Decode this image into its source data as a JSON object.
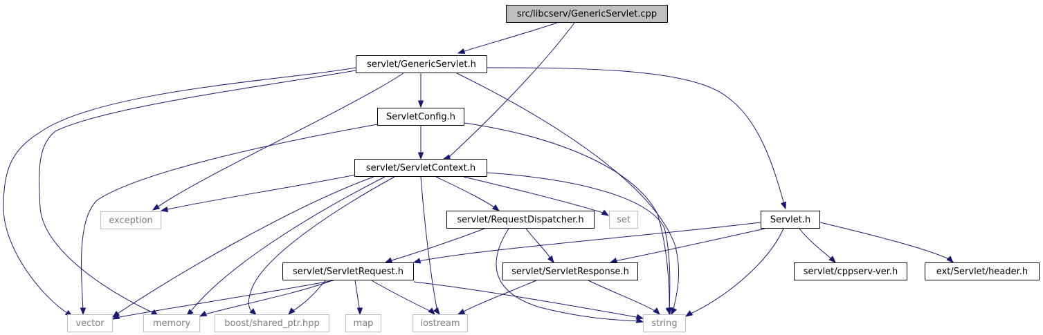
{
  "graph": {
    "colors": {
      "edge": "#191970",
      "root_fill": "#bfbfbf",
      "external_border": "#bfbfbf",
      "external_text": "#7f7f7f"
    },
    "nodes": [
      {
        "id": "root",
        "label": "src/libcserv/GenericServlet.cpp",
        "kind": "root"
      },
      {
        "id": "gsh",
        "label": "servlet/GenericServlet.h",
        "kind": "file"
      },
      {
        "id": "scfg",
        "label": "ServletConfig.h",
        "kind": "file"
      },
      {
        "id": "sctx",
        "label": "servlet/ServletContext.h",
        "kind": "file"
      },
      {
        "id": "exc",
        "label": "exception",
        "kind": "external"
      },
      {
        "id": "rd",
        "label": "servlet/RequestDispatcher.h",
        "kind": "file"
      },
      {
        "id": "set",
        "label": "set",
        "kind": "external"
      },
      {
        "id": "sh",
        "label": "Servlet.h",
        "kind": "file"
      },
      {
        "id": "sreq",
        "label": "servlet/ServletRequest.h",
        "kind": "file"
      },
      {
        "id": "sresp",
        "label": "servlet/ServletResponse.h",
        "kind": "file"
      },
      {
        "id": "ver",
        "label": "servlet/cppserv-ver.h",
        "kind": "file"
      },
      {
        "id": "hdr",
        "label": "ext/Servlet/header.h",
        "kind": "file"
      },
      {
        "id": "vec",
        "label": "vector",
        "kind": "external"
      },
      {
        "id": "mem",
        "label": "memory",
        "kind": "external"
      },
      {
        "id": "bsp",
        "label": "boost/shared_ptr.hpp",
        "kind": "external"
      },
      {
        "id": "map",
        "label": "map",
        "kind": "external"
      },
      {
        "id": "ios",
        "label": "iostream",
        "kind": "external"
      },
      {
        "id": "str",
        "label": "string",
        "kind": "external"
      }
    ]
  }
}
